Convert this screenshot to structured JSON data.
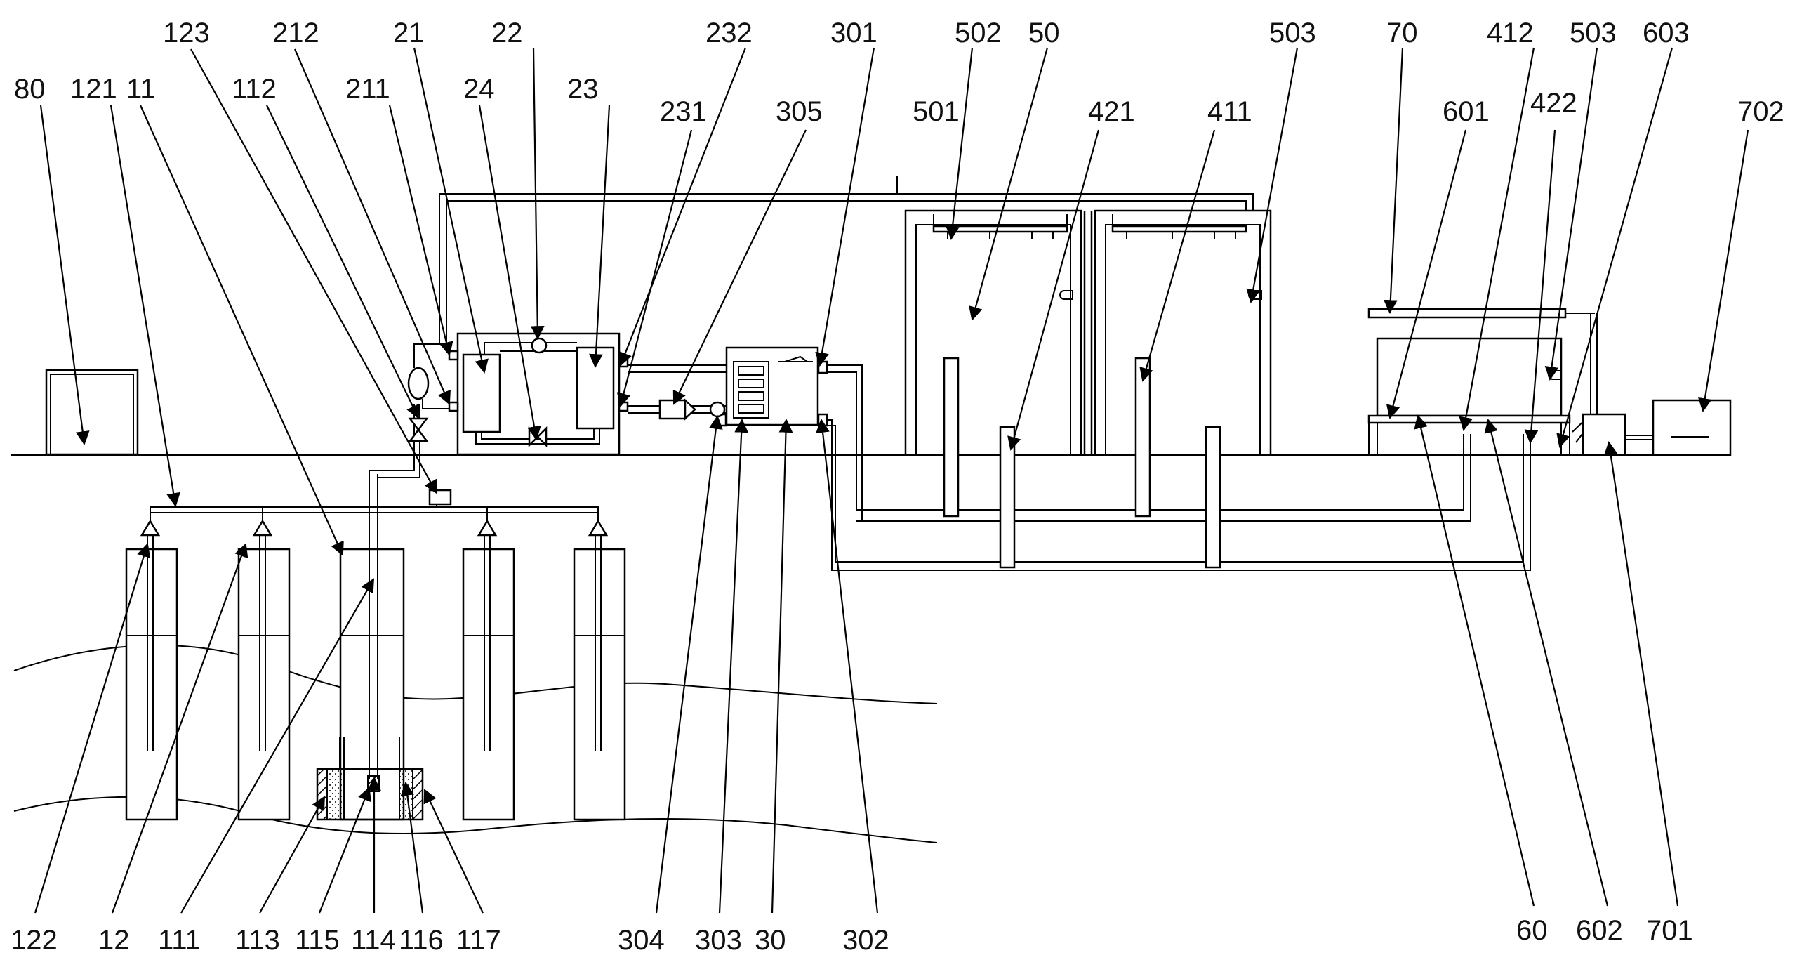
{
  "labels": {
    "80": "80",
    "121": "121",
    "11": "11",
    "123": "123",
    "112": "112",
    "212": "212",
    "211": "211",
    "21": "21",
    "24": "24",
    "22": "22",
    "23": "23",
    "232": "232",
    "231": "231",
    "305": "305",
    "301": "301",
    "501": "501",
    "502": "502",
    "50": "50",
    "421": "421",
    "411": "411",
    "503a": "503",
    "70": "70",
    "601": "601",
    "412": "412",
    "422": "422",
    "503b": "503",
    "603": "603",
    "702": "702",
    "122": "122",
    "12": "12",
    "111": "111",
    "113": "113",
    "115": "115",
    "114": "114",
    "116": "116",
    "117": "117",
    "304": "304",
    "303": "303",
    "30": "30",
    "302": "302",
    "60": "60",
    "602": "602",
    "701": "701"
  }
}
